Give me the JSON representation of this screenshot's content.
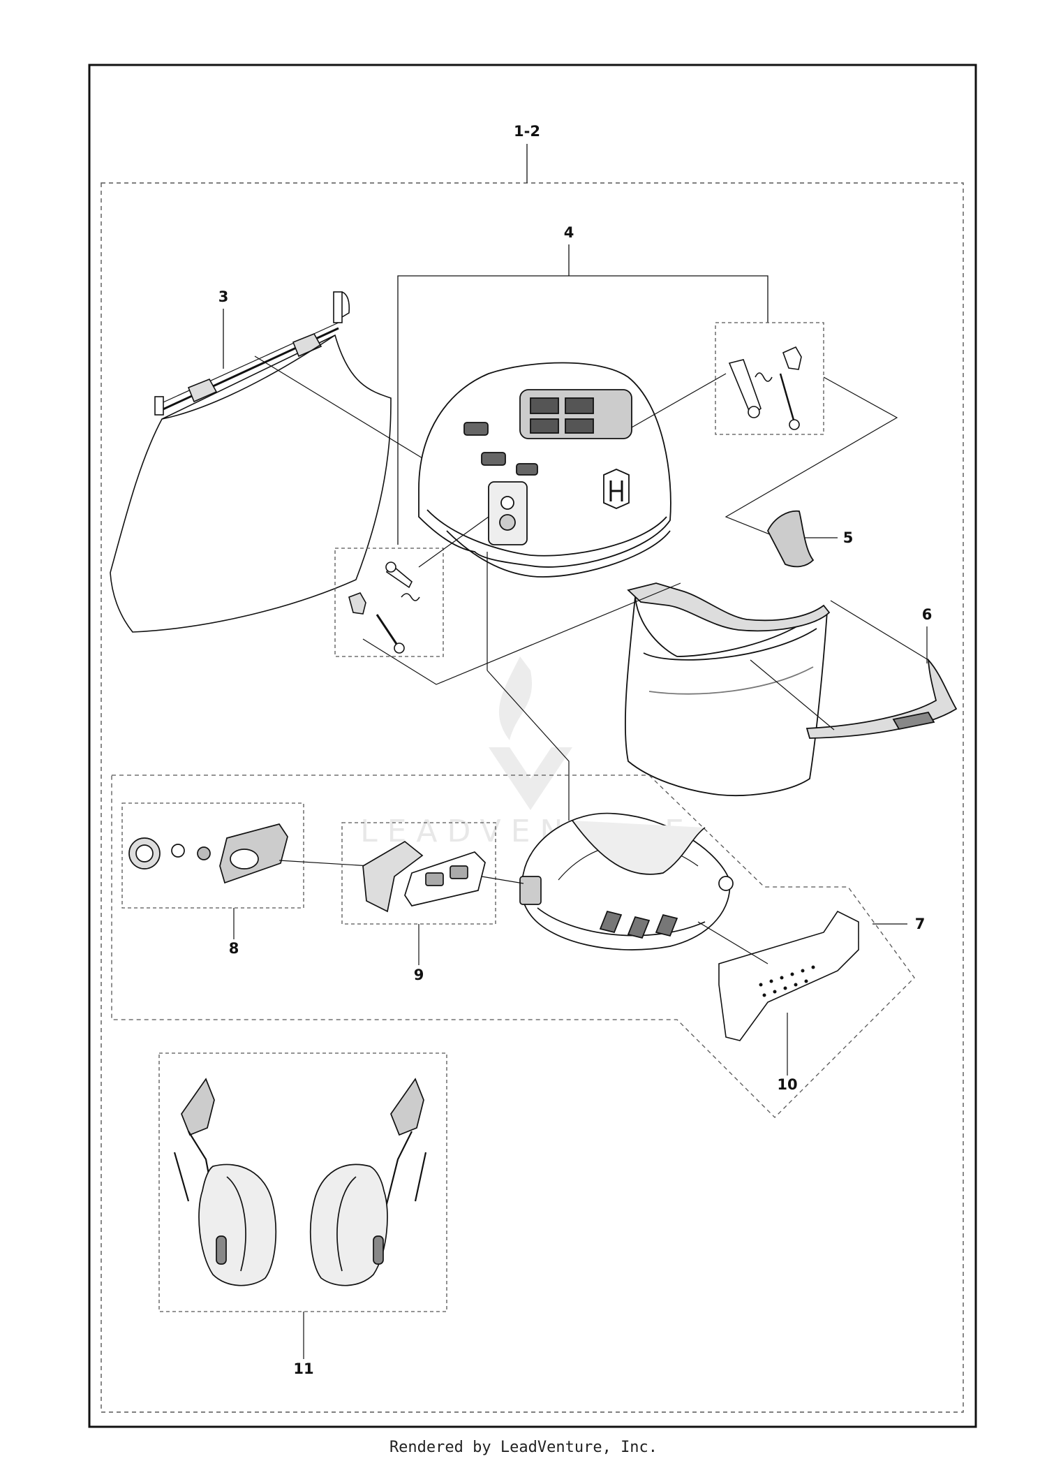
{
  "diagram": {
    "callouts": {
      "assembly": "1-2",
      "visor": "3",
      "helmet_shell_kit": "4",
      "top_trim": "5",
      "face_shield": "6",
      "suspension": "7",
      "ratchet_kit": "8",
      "sweatband_kit": "9",
      "comfort_pad": "10",
      "ear_muffs": "11"
    },
    "watermark": "LEADVENTURE"
  },
  "footer": {
    "text": "Rendered by LeadVenture, Inc."
  },
  "colors": {
    "line": "#111111",
    "watermark": "#e8e8e8",
    "background": "#ffffff"
  }
}
